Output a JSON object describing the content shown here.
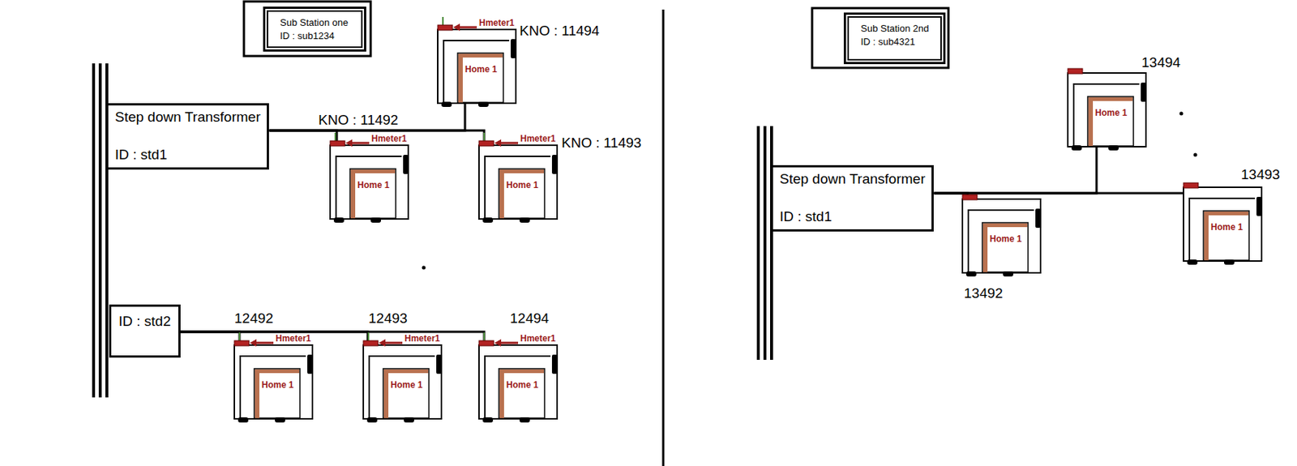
{
  "diagram": {
    "nodes": [
      {
        "text": [
          "Sub Station one",
          "ID : sub1234"
        ]
      },
      {
        "text": [
          "Step down Transformer",
          "ID : std1"
        ]
      },
      {
        "text": [
          "Home 1"
        ]
      },
      {
        "text": [
          "Home 1"
        ]
      },
      {
        "text": [
          "Home 1"
        ]
      },
      {
        "text": [
          "ID : std2"
        ]
      },
      {
        "text": [
          "Home 1"
        ]
      },
      {
        "text": [
          "Home 1"
        ]
      },
      {
        "text": [
          "Home 1"
        ]
      },
      {
        "text": [
          "Sub Station 2nd",
          "ID : sub4321"
        ]
      },
      {
        "text": [
          "Step down Transformer",
          "ID : std1"
        ]
      },
      {
        "text": [
          "Home 1"
        ]
      },
      {
        "text": [
          "Home 1"
        ]
      },
      {
        "text": [
          "Home 1"
        ]
      }
    ],
    "edges": [
      {
        "from": 1,
        "to": 2,
        "arrow": "none"
      },
      {
        "from": 1,
        "to": 3,
        "arrow": "none"
      },
      {
        "from": 1,
        "to": 4,
        "arrow": "none"
      },
      {
        "from": 5,
        "to": 6,
        "arrow": "none"
      },
      {
        "from": 5,
        "to": 7,
        "arrow": "none"
      },
      {
        "from": 5,
        "to": 8,
        "arrow": "none"
      },
      {
        "from": 10,
        "to": 11,
        "arrow": "none"
      },
      {
        "from": 10,
        "to": 12,
        "arrow": "none"
      },
      {
        "from": 10,
        "to": 13,
        "arrow": "none"
      }
    ],
    "labels": [
      "KNO : 11494",
      "Hmeter1",
      "KNO : 11492",
      "Hmeter1",
      "KNO : 11493",
      "Hmeter1",
      "12492",
      "Hmeter1",
      "12493",
      "Hmeter1",
      "12494",
      "Hmeter1",
      "13494",
      "13493",
      "13492"
    ]
  }
}
